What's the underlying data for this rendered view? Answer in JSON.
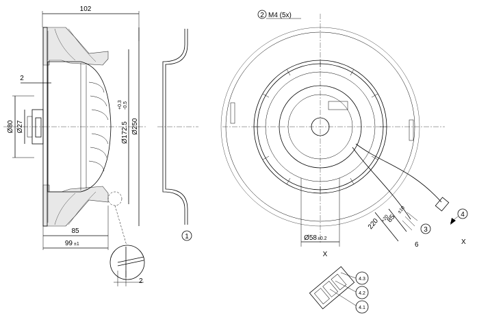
{
  "side_view": {
    "dim_overall_width": "102",
    "dim_mount_offset": "2",
    "dim_hub_dia": "Ø80",
    "dim_shaft_dia": "Ø27",
    "dim_inlet_dia_main": "Ø172.5",
    "dim_inlet_tol_upper": "+0.3",
    "dim_inlet_tol_lower": "-0.5",
    "dim_outer_dia": "Ø250",
    "dim_depth_85": "85",
    "dim_depth_99": "99",
    "dim_depth_99_tol": "±1",
    "dim_detail_gap": "2"
  },
  "front_view": {
    "dim_thread": "M4 (5x)",
    "dim_base_dia_main": "Ø58",
    "dim_base_dia_tol": "±0.2",
    "dim_cable_220": "220",
    "dim_cable_220_tol": "+20",
    "dim_cable_85": "85",
    "dim_cable_85_tol": "±10",
    "dim_cable_6": "6",
    "x_mark": "X"
  },
  "callouts": {
    "c1": "1",
    "c2": "2",
    "c3": "3",
    "c4": "4",
    "c41": "4.1",
    "c42": "4.2",
    "c43": "4.3"
  },
  "detail": {
    "title": "X"
  }
}
